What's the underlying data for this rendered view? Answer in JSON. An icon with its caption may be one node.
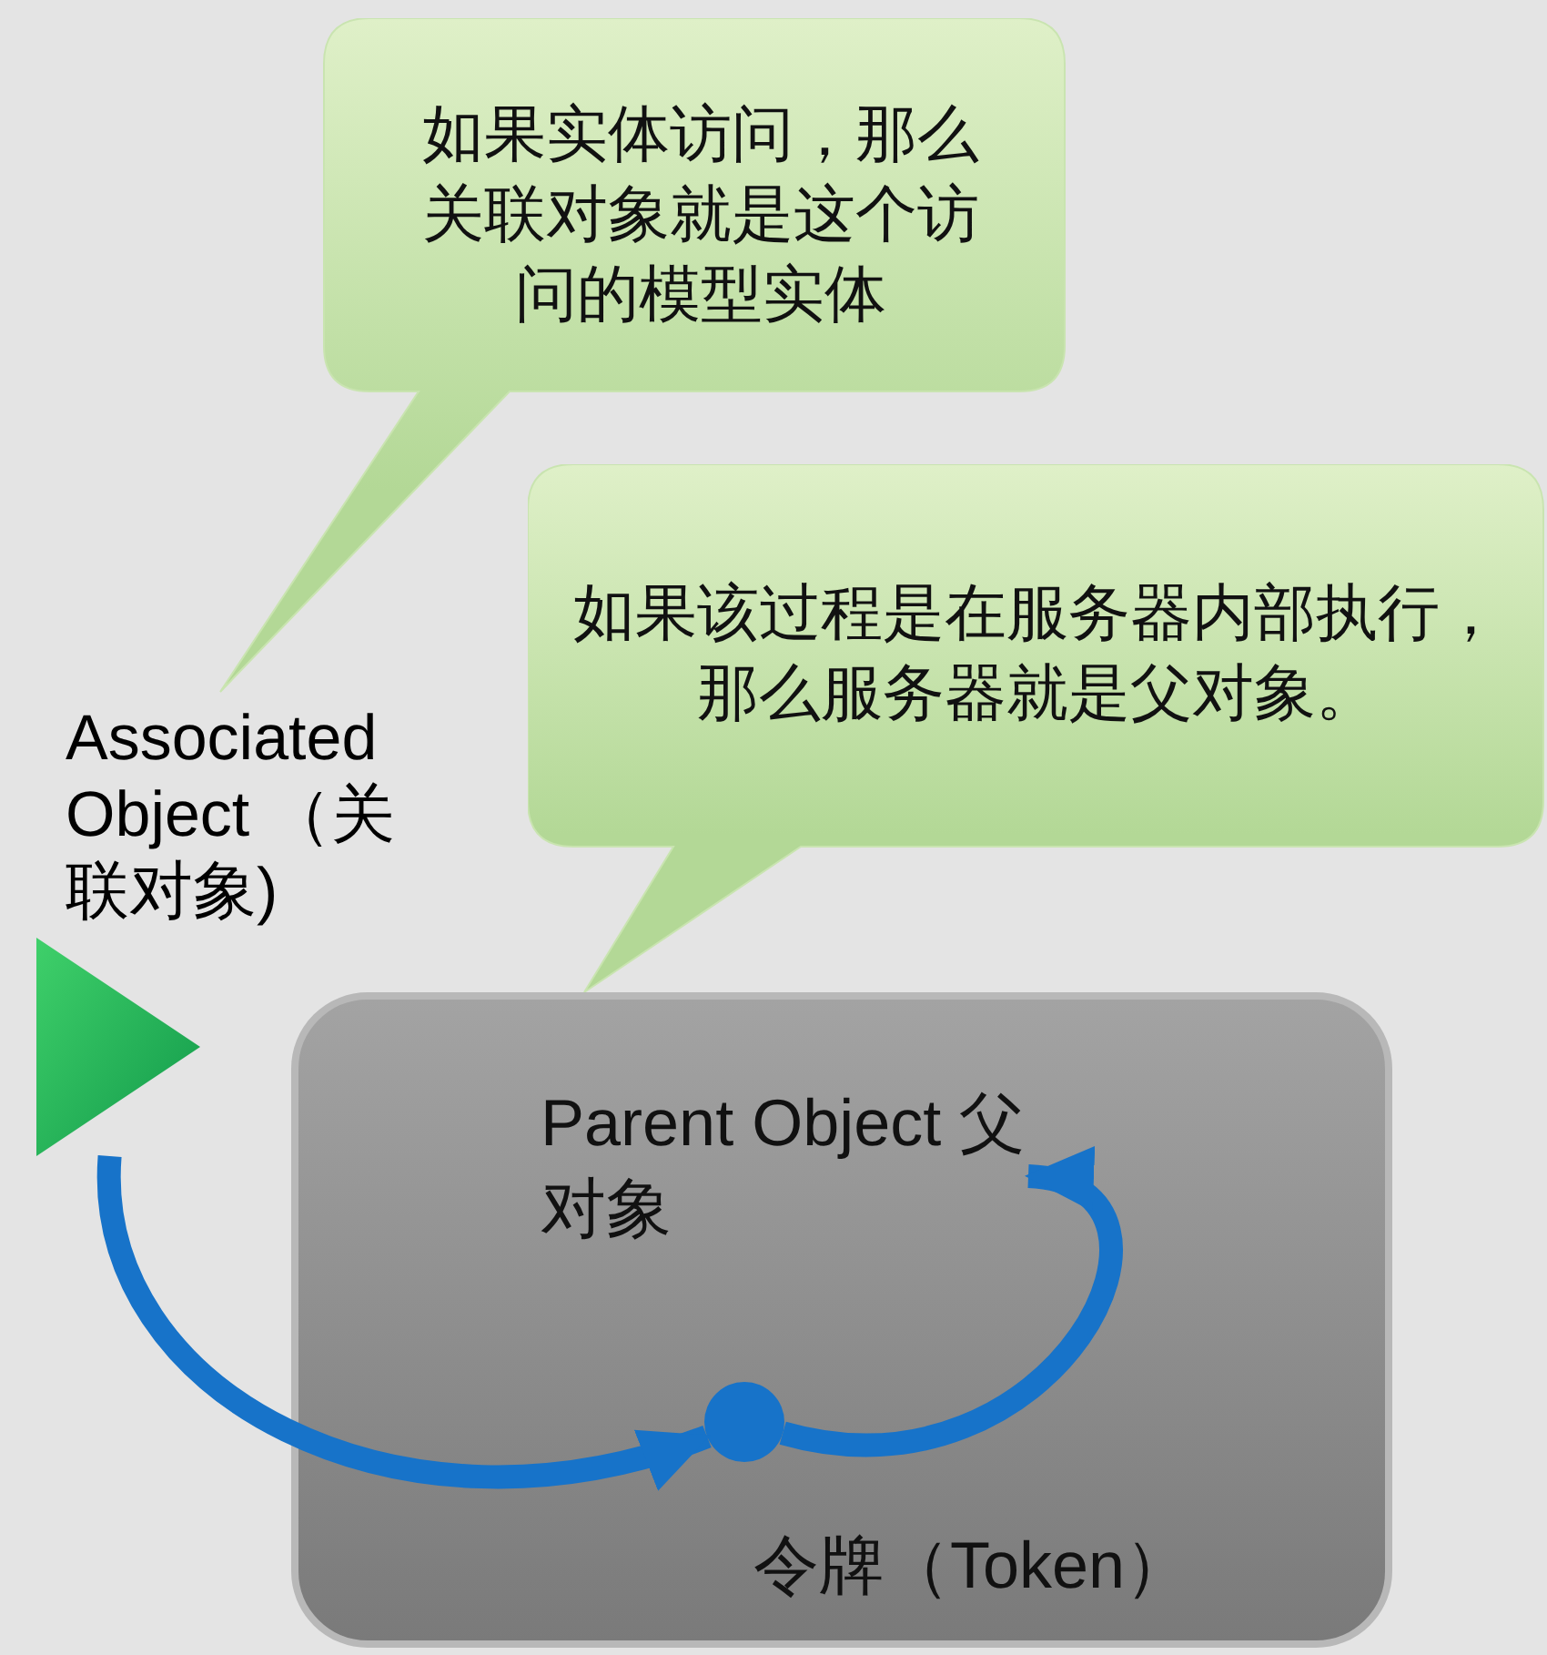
{
  "diagram": {
    "nodes": [
      {
        "text": [
          "如果实体访问，那么关联对象就是这个访问的模型实体"
        ]
      },
      {
        "text": [
          "如果该过程是在服务器内部执行，那么服务器就是父对象。"
        ]
      },
      {
        "text": [
          "Associated Object （关联对象)"
        ]
      },
      {
        "text": [],
        "shape": "triangle"
      },
      {
        "text": [
          "Parent Object 父对象"
        ]
      },
      {
        "text": [],
        "shape": "circle",
        "in": 4,
        "beside": [
          "令牌（Token）"
        ]
      }
    ],
    "edges": [
      {
        "from": 3,
        "to": 5,
        "arrow": "to"
      },
      {
        "from": 5,
        "to": 4,
        "arrow": "to"
      }
    ]
  }
}
